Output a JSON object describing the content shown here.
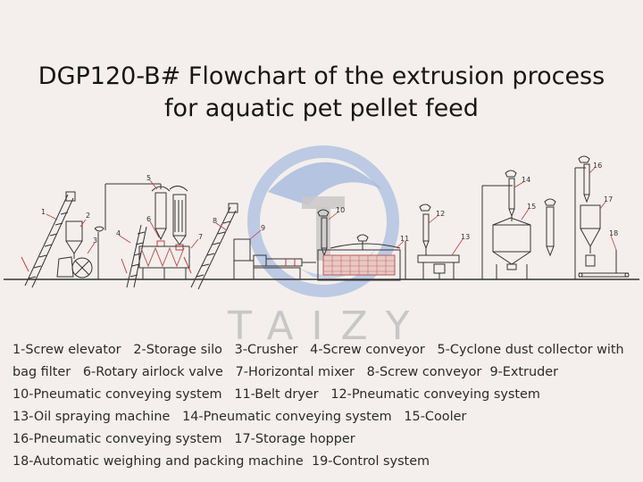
{
  "title": {
    "line1": "DGP120-B#  Flowchart of the extrusion process",
    "line2": "for aquatic pet pellet feed"
  },
  "watermark": {
    "text": "TAIZY",
    "colors": {
      "blue": "#9fb6dd",
      "gray": "#c9c8c8"
    }
  },
  "colors": {
    "line": "#333333",
    "accent_red": "#c7393c",
    "mesh": "#b85a5a"
  },
  "callouts": [
    "1",
    "2",
    "3",
    "4",
    "5",
    "6",
    "7",
    "8",
    "9",
    "10",
    "11",
    "12",
    "13",
    "14",
    "15",
    "16",
    "17",
    "18"
  ],
  "legend": [
    "1-Screw elevator",
    "2-Storage silo",
    "3-Crusher",
    "4-Screw conveyor",
    "5-Cyclone dust collector with bag filter",
    "6-Rotary airlock valve",
    "7-Horizontal mixer",
    "8-Screw conveyor",
    "9-Extruder",
    "10-Pneumatic conveying system",
    "11-Belt dryer",
    "12-Pneumatic conveying system",
    "13-Oil spraying machine",
    "14-Pneumatic conveying system",
    "15-Cooler",
    "16-Pneumatic conveying system",
    "17-Storage hopper",
    "18-Automatic weighing and packing machine",
    "19-Control system"
  ]
}
